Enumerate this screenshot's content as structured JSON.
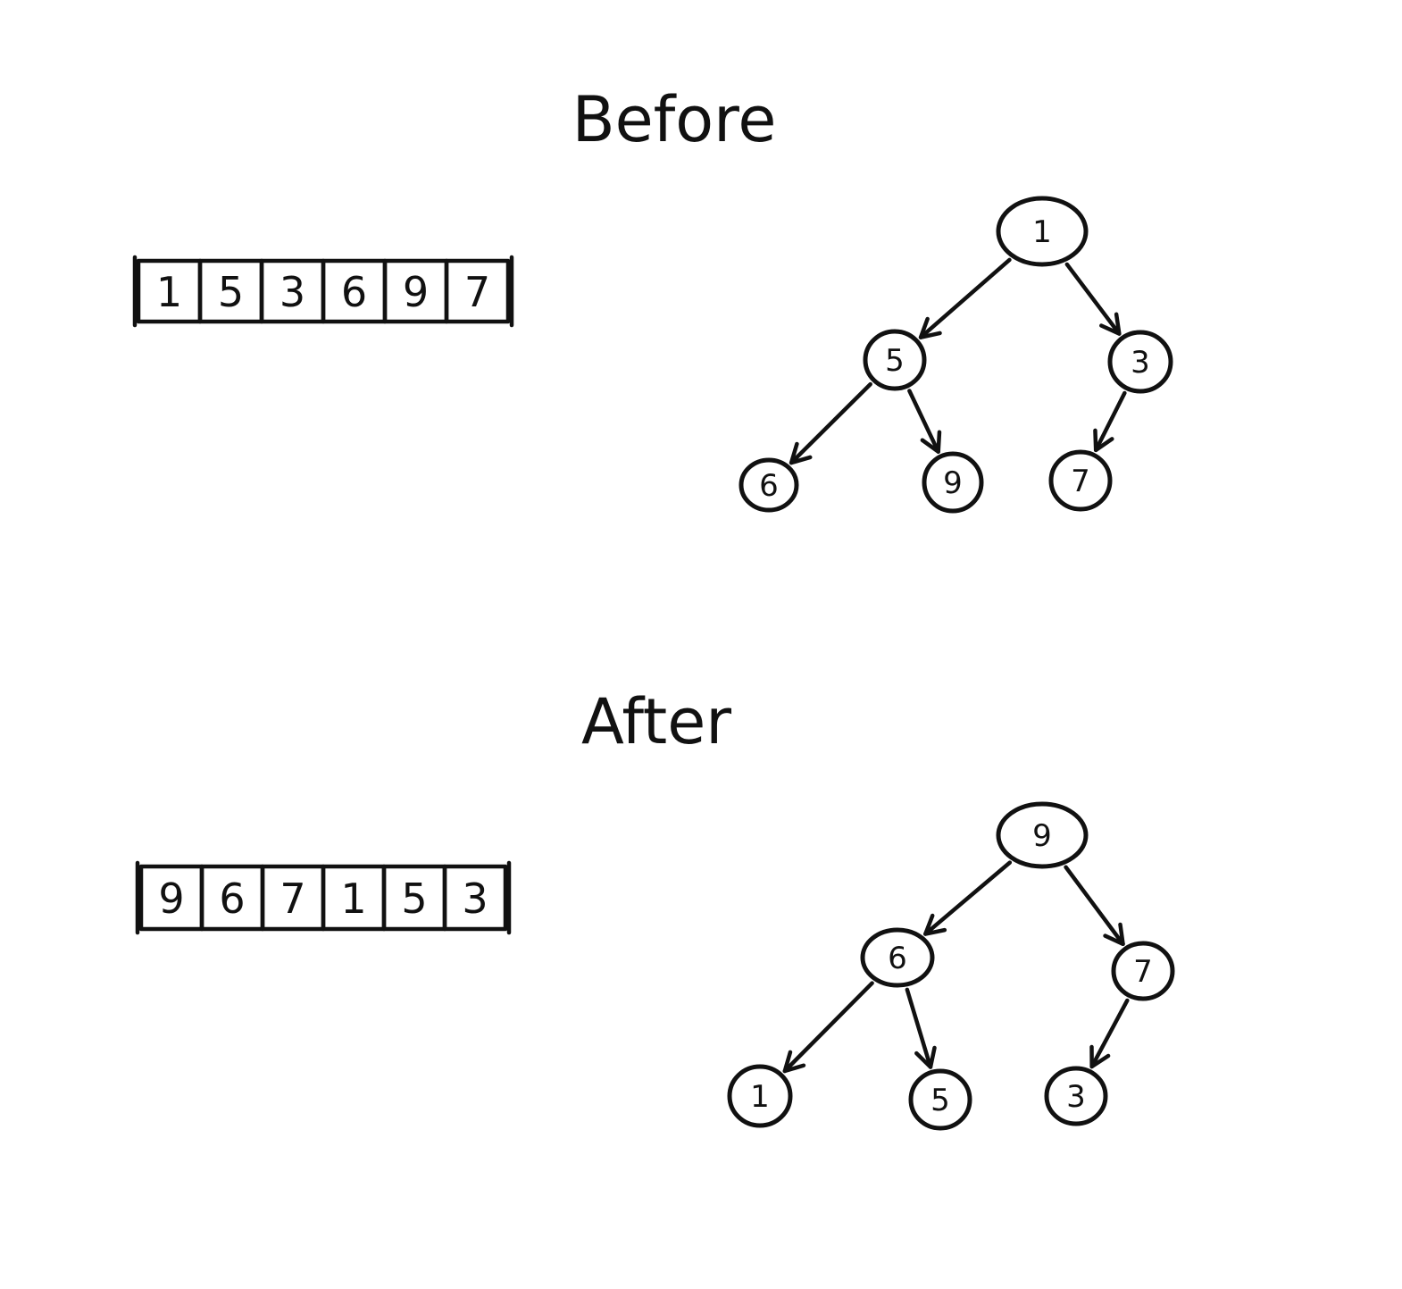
{
  "sections": [
    {
      "title": "Before",
      "array": [
        "1",
        "5",
        "3",
        "6",
        "9",
        "7"
      ],
      "tree": [
        {
          "label": "1",
          "children": [
            1,
            2
          ]
        },
        {
          "label": "5",
          "children": [
            3,
            4
          ]
        },
        {
          "label": "3",
          "children": [
            5
          ]
        },
        {
          "label": "6",
          "children": []
        },
        {
          "label": "9",
          "children": []
        },
        {
          "label": "7",
          "children": []
        }
      ]
    },
    {
      "title": "After",
      "array": [
        "9",
        "6",
        "7",
        "1",
        "5",
        "3"
      ],
      "tree": [
        {
          "label": "9",
          "children": [
            1,
            2
          ]
        },
        {
          "label": "6",
          "children": [
            3,
            4
          ]
        },
        {
          "label": "7",
          "children": [
            5
          ]
        },
        {
          "label": "1",
          "children": []
        },
        {
          "label": "5",
          "children": []
        },
        {
          "label": "3",
          "children": []
        }
      ]
    }
  ]
}
